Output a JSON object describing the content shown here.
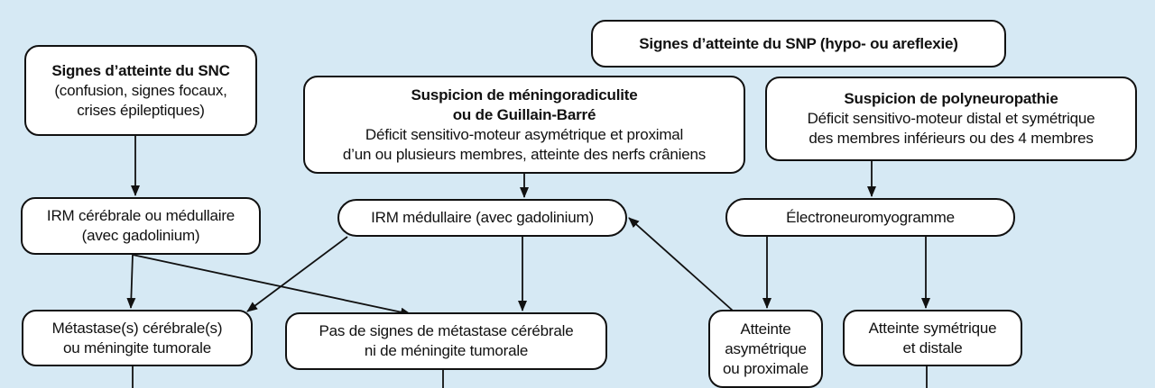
{
  "colors": {
    "background": "#d6e9f4",
    "box": "#ffffff",
    "stroke": "#111111"
  },
  "nodes": {
    "snc": {
      "title": "Signes d’atteinte du SNC",
      "line1": "(confusion, signes focaux,",
      "line2": "crises épileptiques)"
    },
    "snp": {
      "title": "Signes d’atteinte du SNP (hypo- ou areflexie)"
    },
    "meningo": {
      "title1": "Suspicion de méningoradiculite",
      "title2": "ou de Guillain-Barré",
      "line1": "Déficit sensitivo-moteur asymétrique et proximal",
      "line2": "d’un ou plusieurs membres, atteinte des nerfs crâniens"
    },
    "polyneuro": {
      "title": "Suspicion de polyneuropathie",
      "line1": "Déficit sensitivo-moteur distal et symétrique",
      "line2": "des membres inférieurs ou des 4 membres"
    },
    "irm_cerebrale": {
      "line1": "IRM cérébrale ou médullaire",
      "line2": "(avec gadolinium)"
    },
    "irm_medullaire": {
      "line1": "IRM médullaire (avec gadolinium)"
    },
    "enmg": {
      "line1": "Électroneuromyogramme"
    },
    "metastases": {
      "line1": "Métastase(s) cérébrale(s)",
      "line2": "ou méningite tumorale"
    },
    "pas_signes": {
      "line1": "Pas de signes de métastase cérébrale",
      "line2": "ni de méningite tumorale"
    },
    "asymetrique": {
      "line1": "Atteinte",
      "line2": "asymétrique",
      "line3": "ou proximale"
    },
    "symetrique": {
      "line1": "Atteinte symétrique",
      "line2": "et distale"
    }
  }
}
